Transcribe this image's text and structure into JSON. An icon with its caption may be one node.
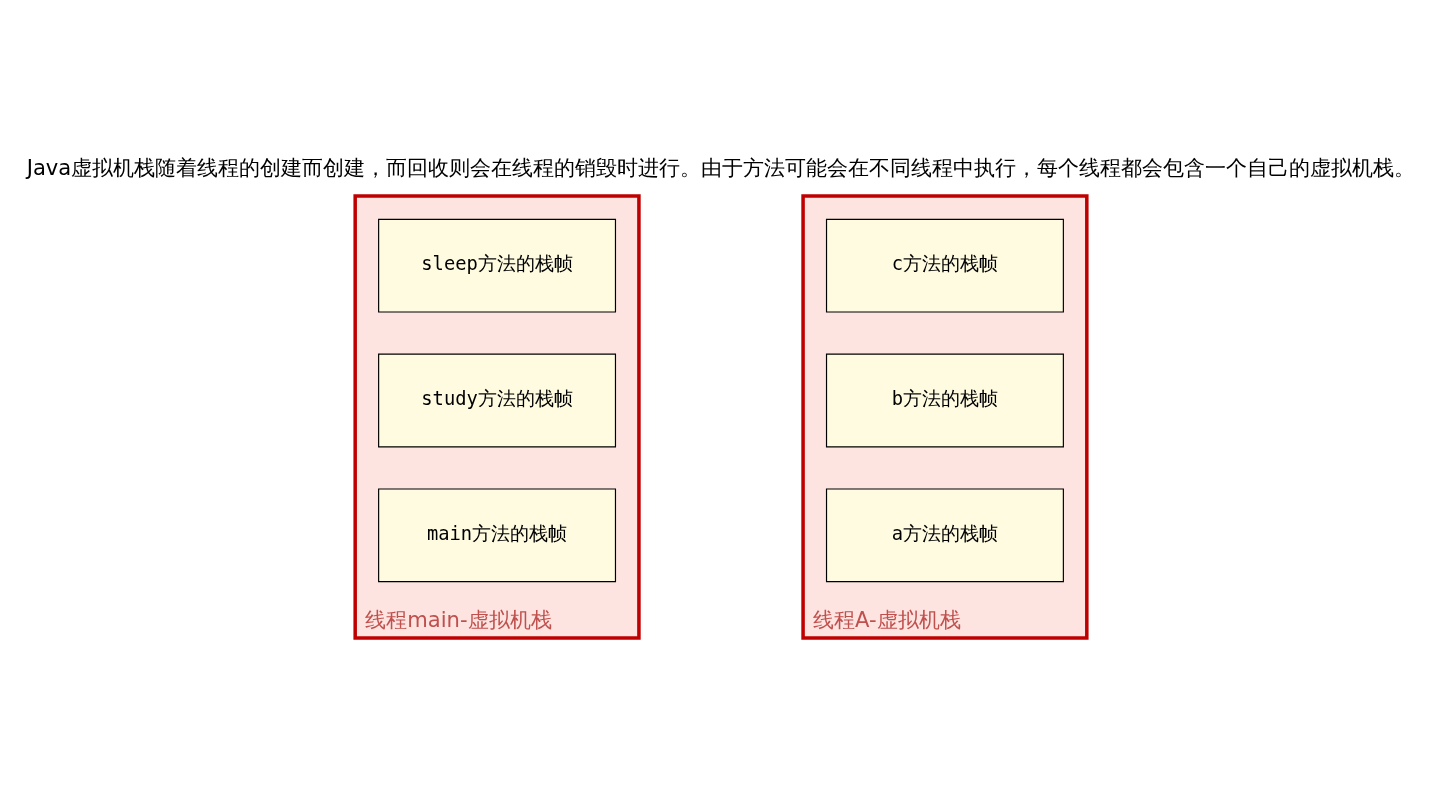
{
  "diagram": {
    "title": "Java虚拟机栈随着线程的创建而创建，而回收则会在线程的销毁时进行。由于方法可能会在不同线程中执行，每个线程都会包含一个自己的虚拟机栈。",
    "nodes": [
      {
        "text": [
          "线程main-虚拟机栈"
        ]
      },
      {
        "text": [
          "sleep方法的栈帧"
        ],
        "in": 0
      },
      {
        "text": [
          "study方法的栈帧"
        ],
        "in": 0
      },
      {
        "text": [
          "main方法的栈帧"
        ],
        "in": 0
      },
      {
        "text": [
          "线程A-虚拟机栈"
        ]
      },
      {
        "text": [
          "c方法的栈帧"
        ],
        "in": 4
      },
      {
        "text": [
          "b方法的栈帧"
        ],
        "in": 4
      },
      {
        "text": [
          "a方法的栈帧"
        ],
        "in": 4
      }
    ],
    "edges": []
  }
}
